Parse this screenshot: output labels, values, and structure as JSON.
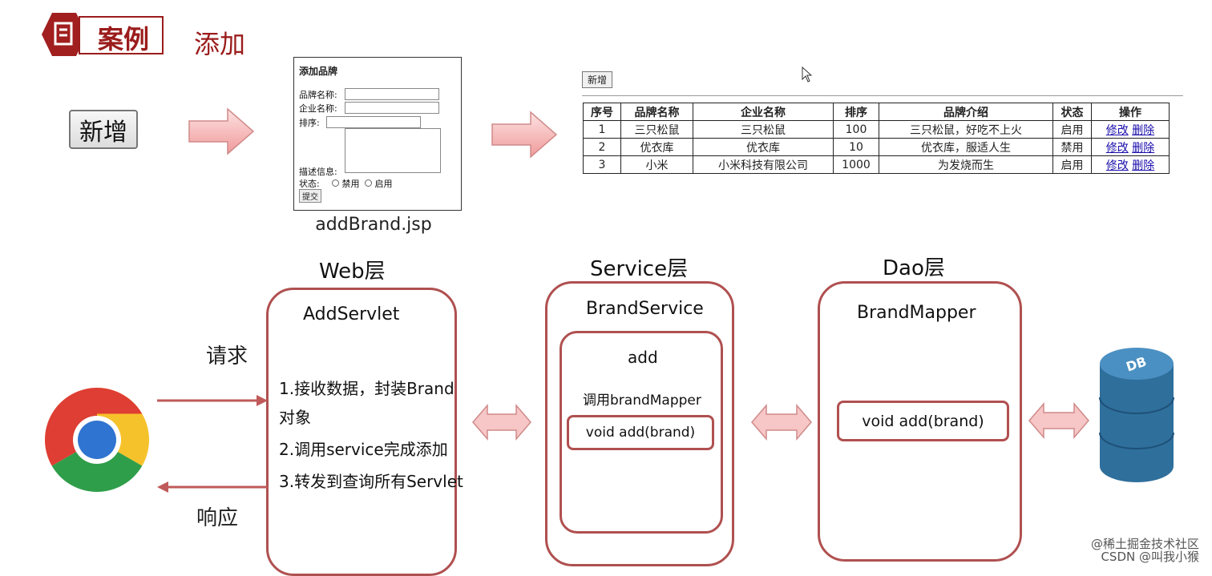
{
  "header": {
    "case_label": "案例",
    "subtitle": "添加"
  },
  "new_button": "新增",
  "form": {
    "title": "添加品牌",
    "brand_name_label": "品牌名称:",
    "company_name_label": "企业名称:",
    "order_label": "排序:",
    "description_label": "描述信息:",
    "status_label": "状态:",
    "status_options": [
      "禁用",
      "启用"
    ],
    "submit": "提交",
    "file_name": "addBrand.jsp"
  },
  "list": {
    "new_button": "新增",
    "headers": [
      "序号",
      "品牌名称",
      "企业名称",
      "排序",
      "品牌介绍",
      "状态",
      "操作"
    ],
    "rows": [
      {
        "id": "1",
        "brand": "三只松鼠",
        "company": "三只松鼠",
        "order": "100",
        "desc": "三只松鼠，好吃不上火",
        "status": "启用"
      },
      {
        "id": "2",
        "brand": "优衣库",
        "company": "优衣库",
        "order": "10",
        "desc": "优衣库，服适人生",
        "status": "禁用"
      },
      {
        "id": "3",
        "brand": "小米",
        "company": "小米科技有限公司",
        "order": "1000",
        "desc": "为发烧而生",
        "status": "启用"
      }
    ],
    "edit_label": "修改",
    "delete_label": "删除"
  },
  "web": {
    "title": "Web层",
    "servlet": "AddServlet",
    "steps": [
      "1.接收数据，封装Brand",
      "对象",
      "2.调用service完成添加",
      "3.转发到查询所有Servlet"
    ]
  },
  "service": {
    "title": "Service层",
    "class_name": "BrandService",
    "method_name": "add",
    "call_text": "调用brandMapper",
    "method_sig": "void add(brand)"
  },
  "dao": {
    "title": "Dao层",
    "class_name": "BrandMapper",
    "method_sig": "void add(brand)"
  },
  "request_label": "请求",
  "response_label": "响应",
  "db_label": "DB",
  "watermark": [
    "@稀土掘金技术社区",
    "CSDN @叫我小猴"
  ],
  "colors": {
    "accent": "#9b1c1c",
    "box_border": "#b05050",
    "arrow_fill": "#f7c6c6",
    "db_blue": "#2f6f9c"
  }
}
